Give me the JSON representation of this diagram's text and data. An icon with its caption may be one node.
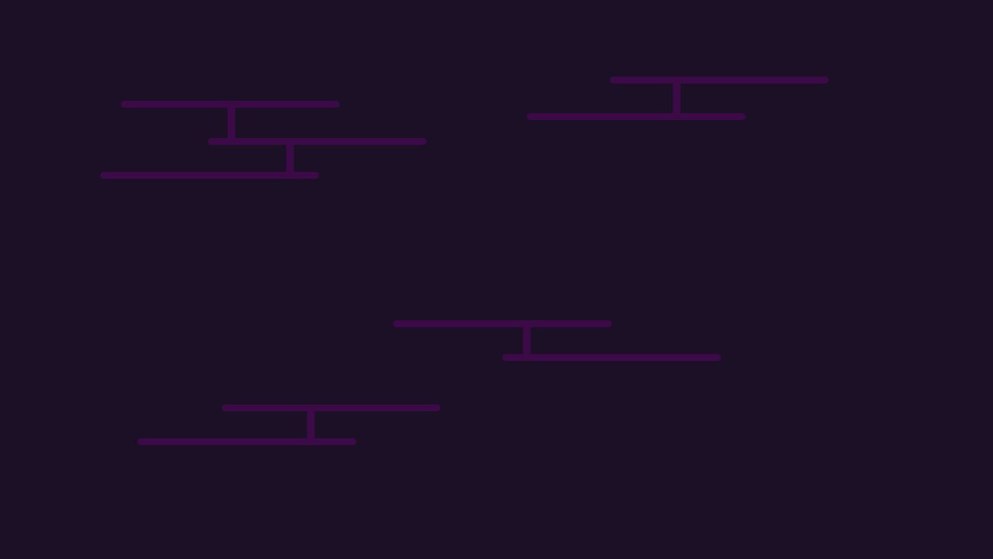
{
  "diagram": {
    "nodes": [
      {
        "text": [],
        "shape": "bar"
      },
      {
        "text": [],
        "shape": "bar"
      },
      {
        "text": [],
        "shape": "bar"
      },
      {
        "text": [],
        "shape": "bar"
      },
      {
        "text": [],
        "shape": "bar"
      },
      {
        "text": [],
        "shape": "bar"
      },
      {
        "text": [],
        "shape": "bar"
      },
      {
        "text": [],
        "shape": "bar"
      },
      {
        "text": [],
        "shape": "bar"
      }
    ],
    "edges": [
      {
        "from": 0,
        "to": 2,
        "arrow": "none"
      },
      {
        "from": 1,
        "to": 3,
        "arrow": "none"
      },
      {
        "from": 3,
        "to": 4,
        "arrow": "none"
      },
      {
        "from": 5,
        "to": 6,
        "arrow": "none"
      },
      {
        "from": 7,
        "to": 8,
        "arrow": "none"
      }
    ]
  }
}
